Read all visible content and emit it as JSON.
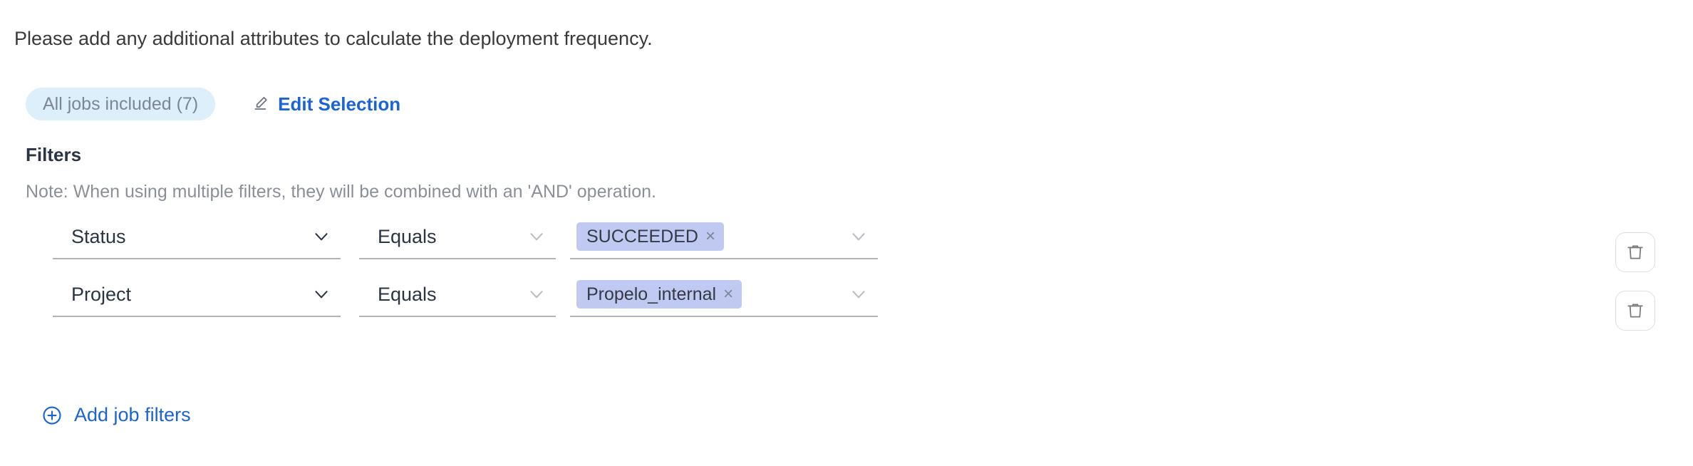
{
  "intro": {
    "text": "Please add any additional attributes to calculate the deployment frequency."
  },
  "jobs": {
    "pill_label": "All jobs included (7)",
    "edit_label": "Edit Selection",
    "pencil_icon": "pencil-icon"
  },
  "filters": {
    "title": "Filters",
    "note": "Note: When using multiple filters, they will be combined with an 'AND' operation.",
    "add_label": "Add job filters",
    "add_icon": "plus-circle-icon",
    "delete_icon": "trash-icon",
    "rows": [
      {
        "attribute": "Status",
        "operator": "Equals",
        "value": "SUCCEEDED",
        "remove_glyph": "×"
      },
      {
        "attribute": "Project",
        "operator": "Equals",
        "value": "Propelo_internal",
        "remove_glyph": "×"
      }
    ]
  },
  "colors": {
    "link_blue": "#1a63d8",
    "pill_bg": "#ddeffb",
    "pill_text": "#7b8794",
    "chip_bg": "#bfc9f2",
    "chip_text": "#333a45",
    "underline": "#b4b4b4",
    "note_text": "#8a8f98"
  }
}
